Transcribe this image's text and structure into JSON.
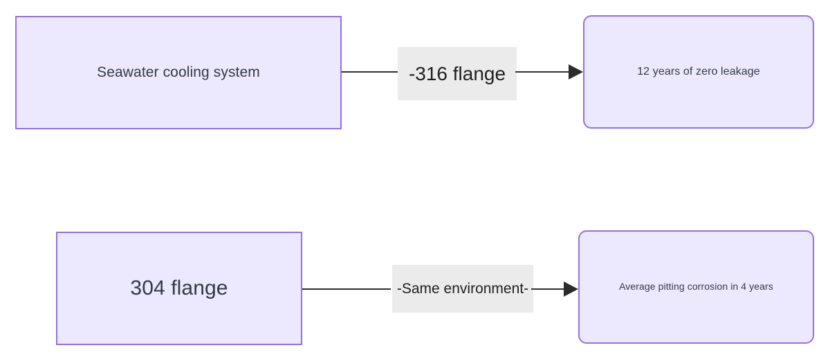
{
  "diagram": {
    "type": "flowchart",
    "direction": "left-to-right",
    "background_color": "#ffffff",
    "node_fill_color": "#ece8fd",
    "node_border_color": "#9370e0",
    "node_text_color": "#333a45",
    "edge_color": "#2f2f2f",
    "edge_label_background": "#ebebeb",
    "nodes": [
      {
        "id": "source-top",
        "label": "Seawater cooling system",
        "shape": "rectangle",
        "row": "top"
      },
      {
        "id": "result-top",
        "label": "12 years of zero leakage",
        "shape": "rounded-rectangle",
        "row": "top"
      },
      {
        "id": "source-bottom",
        "label": "304 flange",
        "shape": "rectangle",
        "row": "bottom"
      },
      {
        "id": "result-bottom",
        "label": "Average pitting corrosion in 4 years",
        "shape": "rounded-rectangle",
        "row": "bottom"
      }
    ],
    "edges": [
      {
        "id": "edge-top",
        "from": "source-top",
        "to": "result-top",
        "label": "-316 flange",
        "arrow": "arrow-right-icon"
      },
      {
        "id": "edge-bottom",
        "from": "source-bottom",
        "to": "result-bottom",
        "label": "-Same environment-",
        "arrow": "arrow-right-icon"
      }
    ]
  }
}
